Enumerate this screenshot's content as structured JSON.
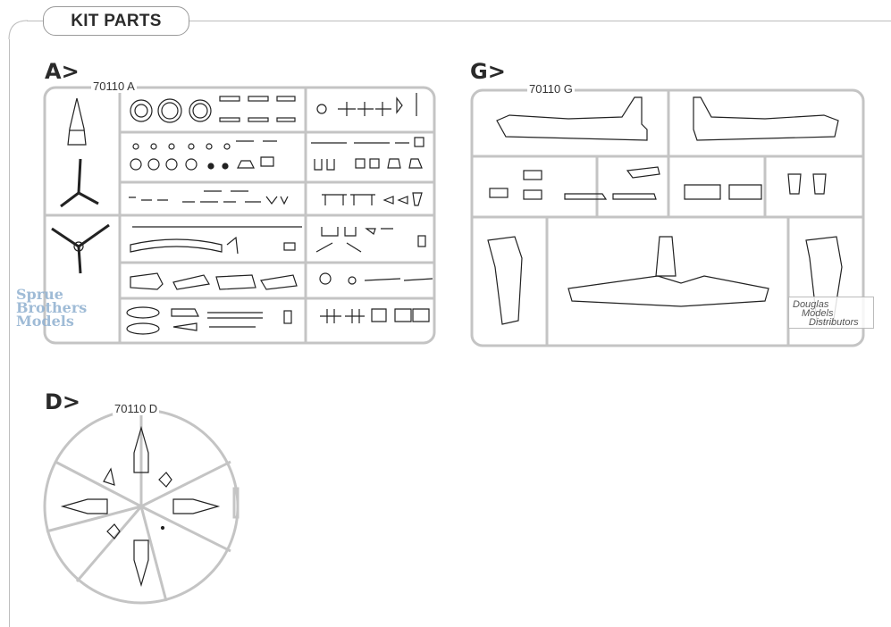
{
  "header": {
    "title": "KIT PARTS"
  },
  "sections": {
    "a": {
      "label": "A>",
      "code": "70110 A"
    },
    "g": {
      "label": "G>",
      "code": "70110 G"
    },
    "d": {
      "label": "D>",
      "code": "70110 D"
    }
  },
  "watermarks": {
    "sprue_brothers": [
      "Sprue",
      "Brothers",
      "Models"
    ],
    "douglas": [
      "Douglas",
      "Models",
      "Distributors"
    ]
  },
  "colors": {
    "sprue": "#c4c4c4",
    "part": "#222222",
    "watermark": "#8fb0d0"
  }
}
